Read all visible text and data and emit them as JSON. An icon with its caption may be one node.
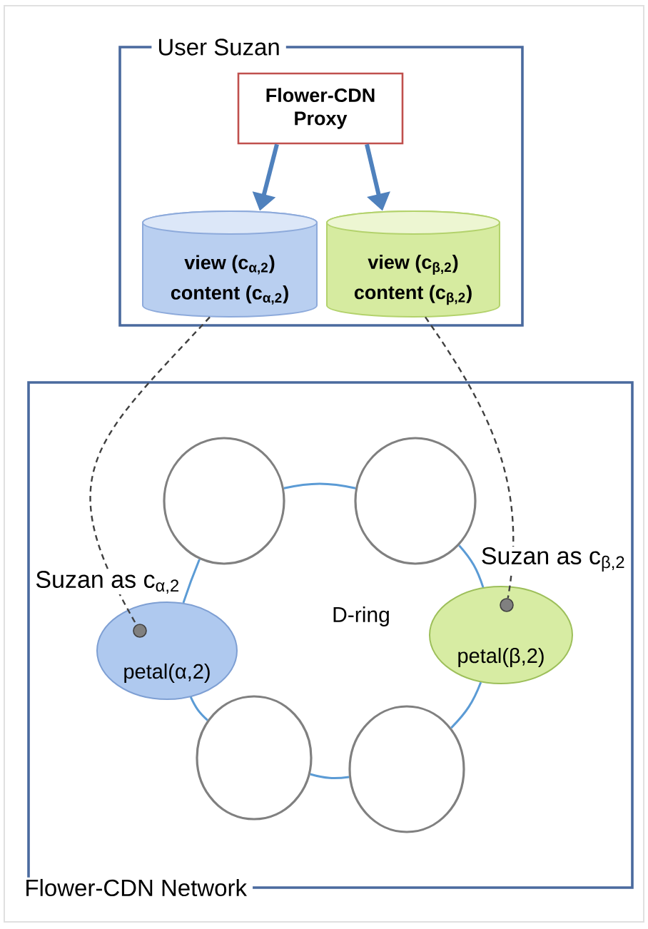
{
  "diagram": {
    "nodes": [
      {
        "text": [
          "User Suzan"
        ]
      },
      {
        "text": [
          "Flower-CDN Proxy"
        ],
        "in": 0
      },
      {
        "text": [
          "view (c$_{α,2}$)",
          "content (c$_{α,2}$)"
        ],
        "in": 0
      },
      {
        "text": [
          "view (c$_{β,2}$)",
          "content (c$_{β,2}$)"
        ],
        "in": 0
      },
      {
        "text": [
          "Flower-CDN Network"
        ]
      },
      {
        "text": [],
        "shape": "circle",
        "in": 4
      },
      {
        "text": [],
        "shape": "circle",
        "in": 4
      },
      {
        "text": [
          "petal(α,2)"
        ],
        "beside": [
          "Suzan as c$_{α,2}$"
        ],
        "in": 4
      },
      {
        "text": [],
        "shape": "circle",
        "in": 7
      },
      {
        "text": [
          "petal(β,2)"
        ],
        "beside": [
          "Suzan as c$_{β,2}$"
        ],
        "in": 4
      },
      {
        "text": [],
        "shape": "circle",
        "in": 9
      },
      {
        "text": [],
        "shape": "circle",
        "in": 4
      },
      {
        "text": [],
        "shape": "circle",
        "in": 4
      }
    ],
    "edges": [
      {
        "from": 1,
        "to": 2,
        "arrow": "to",
        "style": "thick",
        "color": "#4f81bd"
      },
      {
        "from": 1,
        "to": 3,
        "arrow": "to",
        "style": "thick",
        "color": "#4f81bd"
      },
      {
        "from": 2,
        "to": 8,
        "arrow": "none",
        "style": "dashed",
        "color": "#404040"
      },
      {
        "from": 3,
        "to": 10,
        "arrow": "none",
        "style": "dashed",
        "color": "#404040"
      },
      {
        "from": 5,
        "to": 6,
        "arrow": "none"
      },
      {
        "from": 6,
        "to": 9,
        "arrow": "none"
      },
      {
        "from": 9,
        "to": 12,
        "arrow": "none"
      },
      {
        "from": 12,
        "to": 11,
        "arrow": "none"
      },
      {
        "from": 11,
        "to": 7,
        "arrow": "none"
      },
      {
        "from": 7,
        "to": 5,
        "arrow": "none"
      }
    ],
    "labels": [
      "D-ring"
    ]
  }
}
